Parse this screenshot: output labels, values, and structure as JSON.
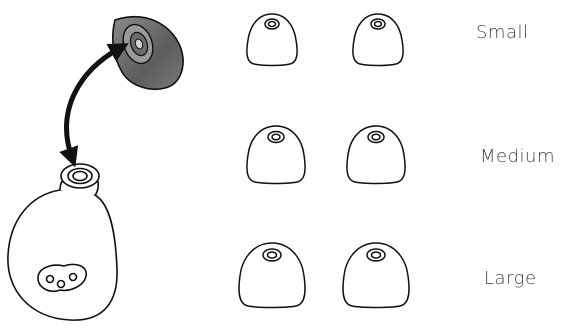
{
  "sizes": {
    "small": "Small",
    "medium": "Medium",
    "large": "Large"
  },
  "colors": {
    "stroke": "#111111",
    "tip_dark": "#666666",
    "tip_light": "#a8a8a8",
    "label": "#444444"
  },
  "icons": [
    "earbud",
    "ear-tip",
    "swap-arrow"
  ]
}
